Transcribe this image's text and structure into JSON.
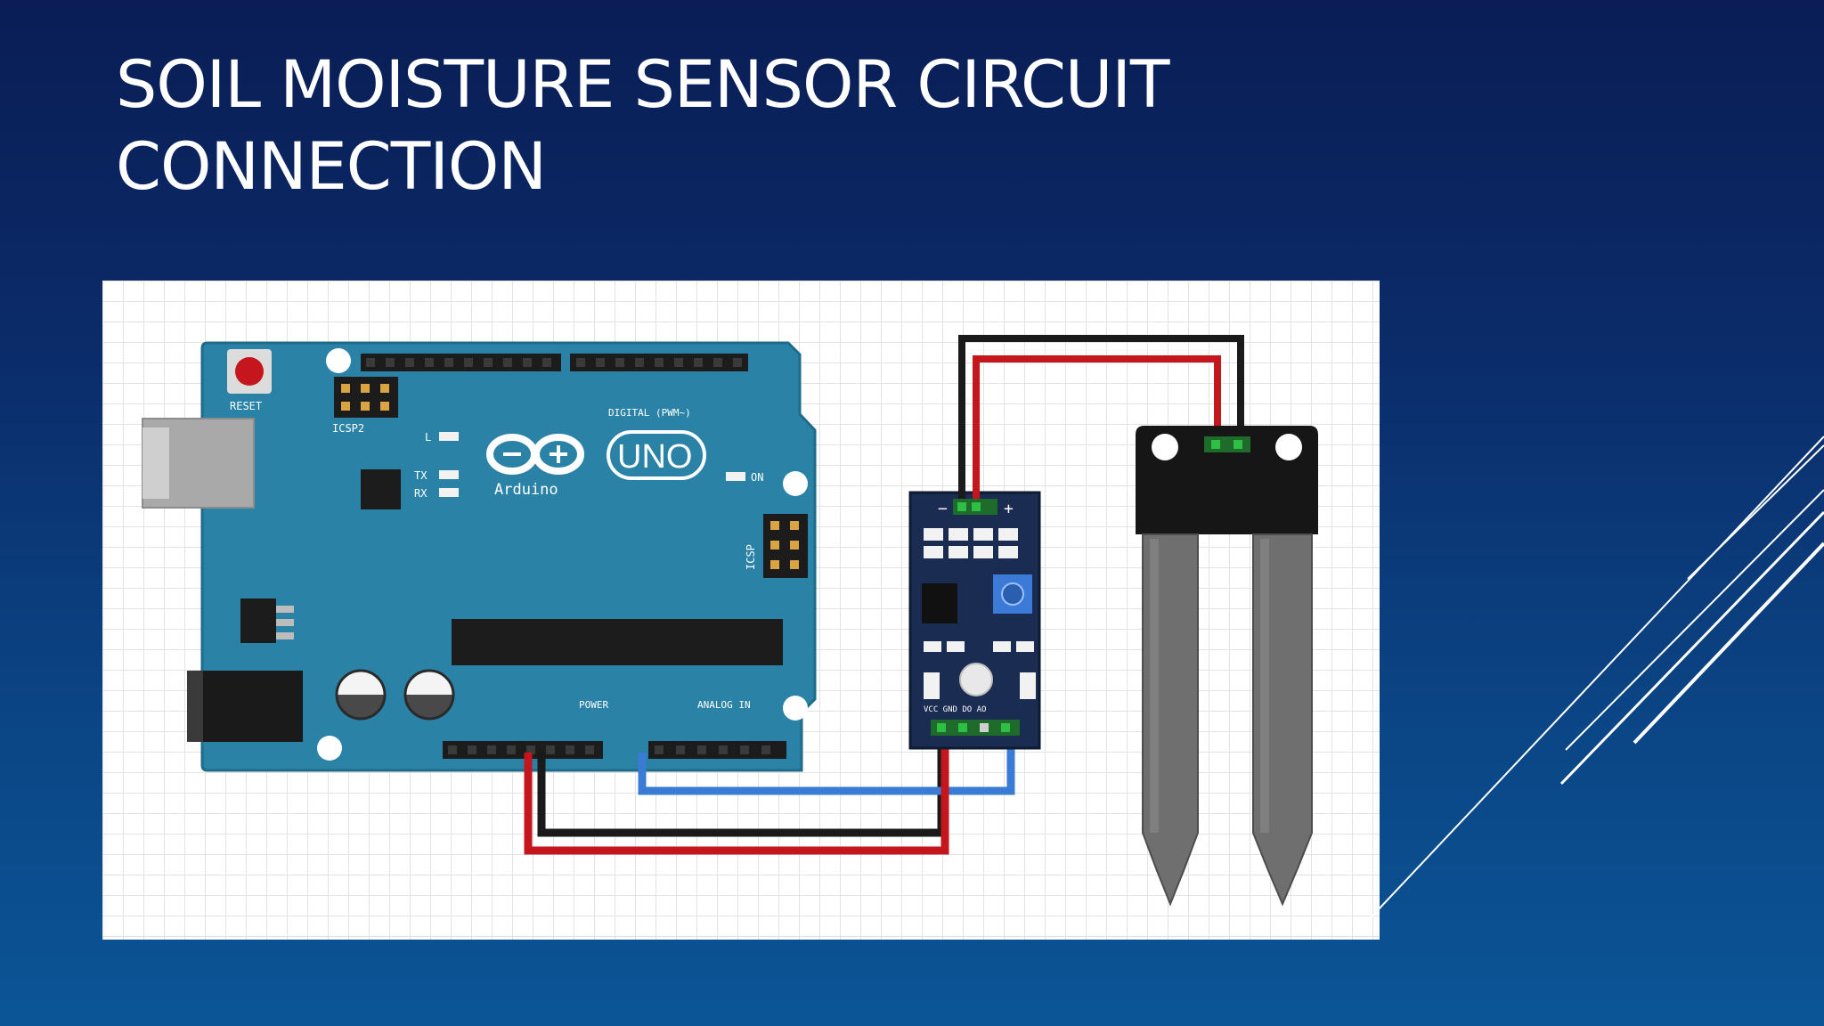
{
  "slide": {
    "title_line1": "SOIL MOISTURE SENSOR CIRCUIT",
    "title_line2": "CONNECTION"
  },
  "board": {
    "reset_label": "RESET",
    "icsp2_label": "ICSP2",
    "l_label": "L",
    "tx_label": "TX",
    "rx_label": "RX",
    "uno_label": "UNO",
    "brand_label": "Arduino",
    "on_label": "ON",
    "icsp_label": "ICSP",
    "digital_label": "DIGITAL (PWM~)",
    "power_label": "POWER",
    "analog_label": "ANALOG IN"
  },
  "module": {
    "minus_label": "−",
    "plus_label": "+",
    "pins_label": "VCC GND DO AO"
  },
  "colors": {
    "board": "#2a83a6",
    "wire_red": "#c4161c",
    "wire_black": "#1a1a1a",
    "wire_blue": "#3a7bd5",
    "module": "#1b2c52",
    "probe_head": "#161616",
    "probe_leg": "#6f6f6f"
  }
}
